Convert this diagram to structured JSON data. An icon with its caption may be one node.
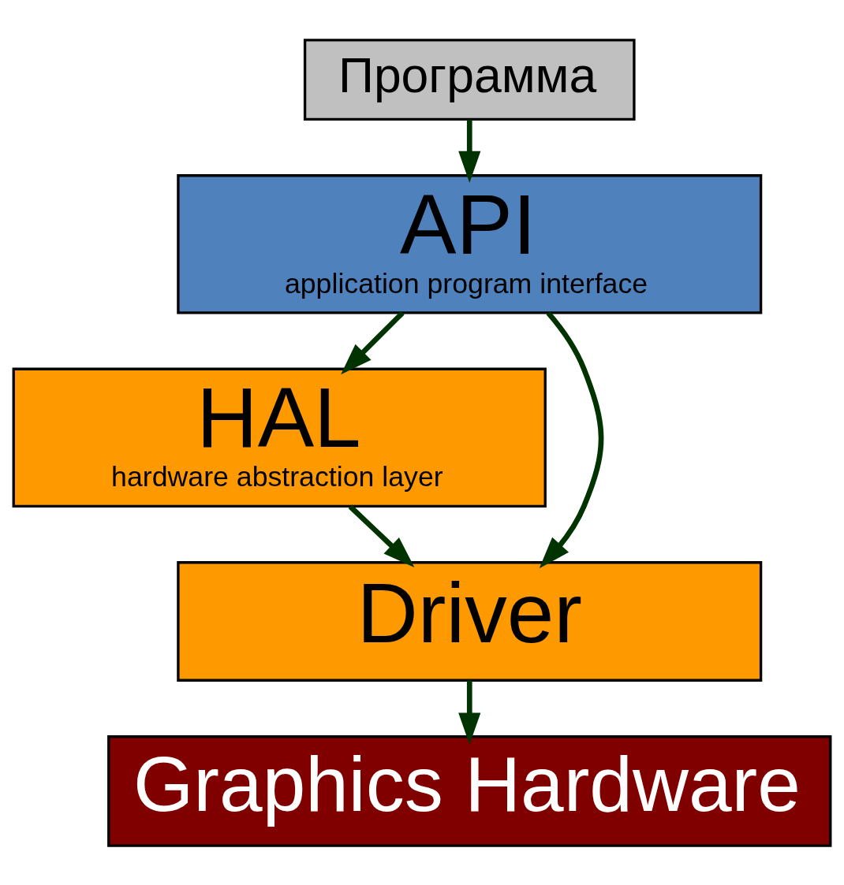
{
  "diagram": {
    "nodes": [
      {
        "text": [
          "Программа"
        ]
      },
      {
        "text": [
          "API",
          "application program interface"
        ]
      },
      {
        "text": [
          "HAL",
          "hardware abstraction layer"
        ]
      },
      {
        "text": [
          "Driver"
        ]
      },
      {
        "text": [
          "Graphics Hardware"
        ]
      }
    ],
    "edges": [
      {
        "from": 0,
        "to": 1,
        "arrow": "to"
      },
      {
        "from": 1,
        "to": 2,
        "arrow": "to"
      },
      {
        "from": 1,
        "to": 3,
        "arrow": "to"
      },
      {
        "from": 2,
        "to": 3,
        "arrow": "to"
      },
      {
        "from": 3,
        "to": 4,
        "arrow": "to"
      }
    ]
  }
}
